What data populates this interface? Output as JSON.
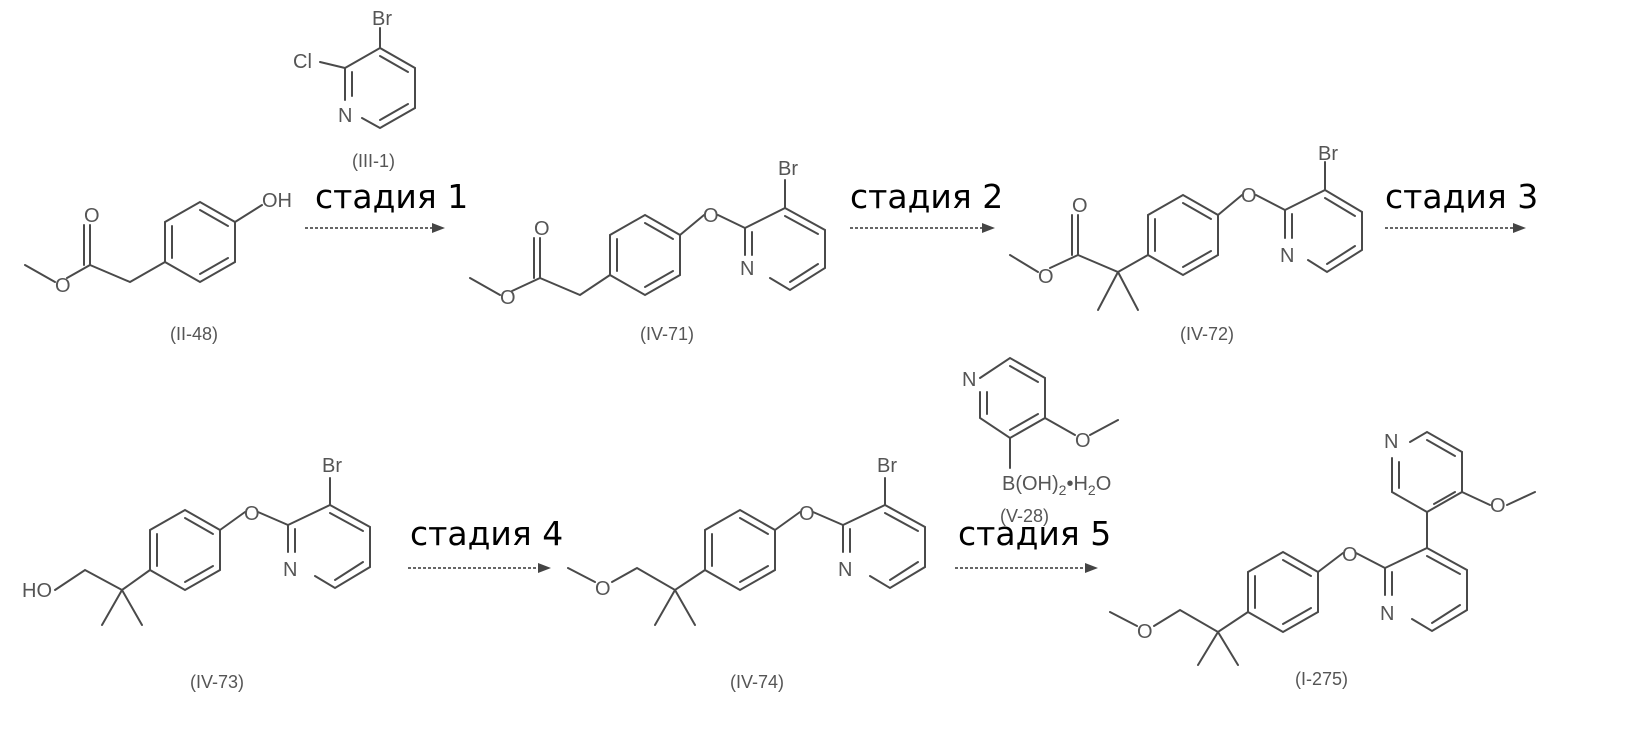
{
  "compounds": {
    "ii48": "(II-48)",
    "iii1": "(III-1)",
    "iv71": "(IV-71)",
    "iv72": "(IV-72)",
    "iv73": "(IV-73)",
    "iv74": "(IV-74)",
    "v28": "(V-28)",
    "i275": "(I-275)"
  },
  "stages": [
    "стадия 1",
    "стадия 2",
    "стадия 3",
    "стадия 4",
    "стадия 5"
  ],
  "atoms": {
    "br": "Br",
    "cl": "Cl",
    "n": "N",
    "o": "O",
    "oh": "OH",
    "ho": "HO",
    "boronic_pre": "B(OH)",
    "boronic_sub": "2",
    "boronic_post": "•H",
    "water_sub": "2",
    "water_post": "O"
  }
}
